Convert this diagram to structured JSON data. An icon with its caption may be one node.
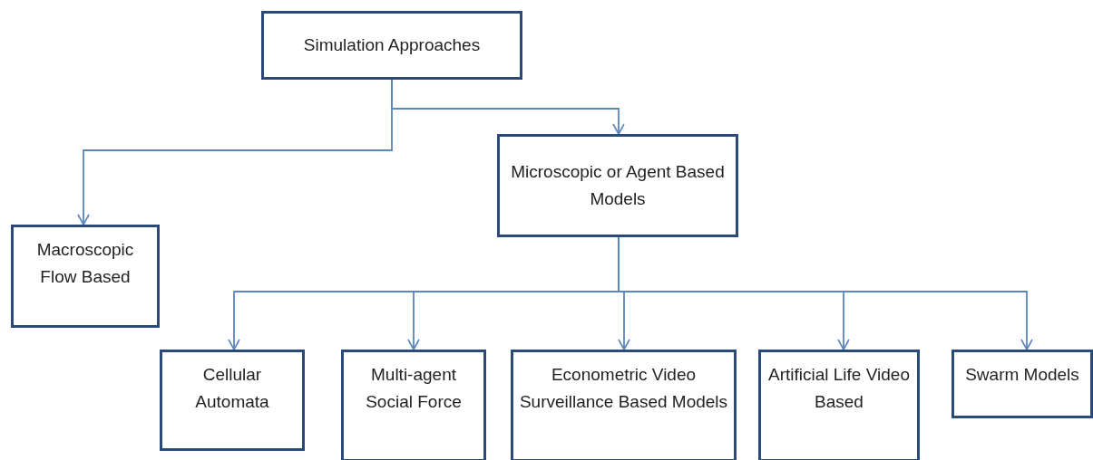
{
  "diagram": {
    "nodes": [
      {
        "text": [
          "Simulation Approaches"
        ]
      },
      {
        "text": [
          "Macroscopic Flow Based"
        ]
      },
      {
        "text": [
          "Microscopic or Agent Based Models"
        ]
      },
      {
        "text": [
          "Cellular Automata"
        ]
      },
      {
        "text": [
          "Multi-agent Social Force"
        ]
      },
      {
        "text": [
          "Econometric Video Surveillance Based Models"
        ]
      },
      {
        "text": [
          "Artificial Life Video Based"
        ]
      },
      {
        "text": [
          "Swarm Models"
        ]
      }
    ],
    "edges": [
      {
        "from": 0,
        "to": 1,
        "arrow": "to"
      },
      {
        "from": 0,
        "to": 2,
        "arrow": "to"
      },
      {
        "from": 2,
        "to": 3,
        "arrow": "to"
      },
      {
        "from": 2,
        "to": 4,
        "arrow": "to"
      },
      {
        "from": 2,
        "to": 5,
        "arrow": "to"
      },
      {
        "from": 2,
        "to": 6,
        "arrow": "to"
      },
      {
        "from": 2,
        "to": 7,
        "arrow": "to"
      }
    ]
  }
}
